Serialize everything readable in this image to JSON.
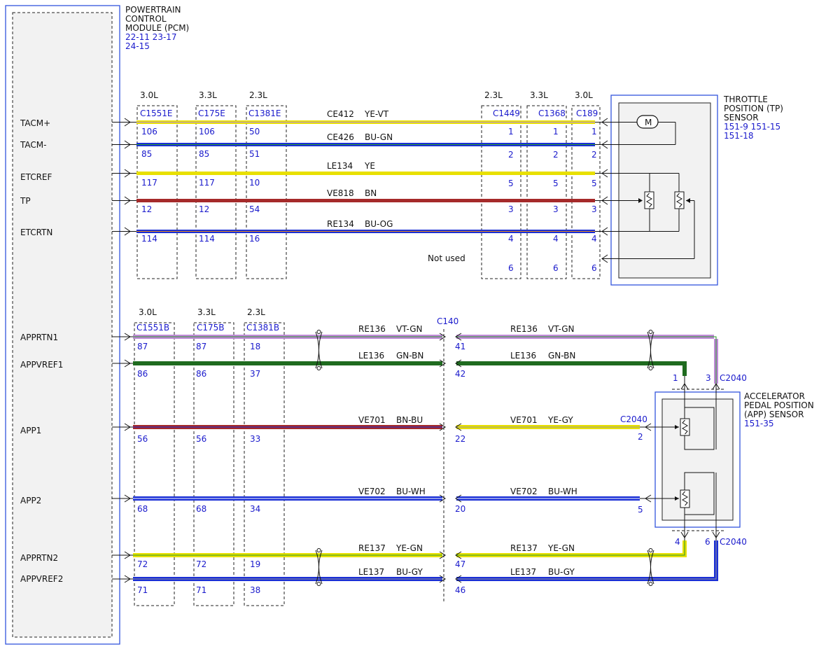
{
  "pcm": {
    "title": [
      "POWERTRAIN",
      "CONTROL",
      "MODULE (PCM)"
    ],
    "refs": [
      "22-11 23-17",
      "24-15"
    ],
    "pins": [
      "TACM+",
      "TACM-",
      "ETCREF",
      "TP",
      "ETCRTN",
      "APPRTN1",
      "APPVREF1",
      "APP1",
      "APP2",
      "APPRTN2",
      "APPVREF2"
    ]
  },
  "tp_sensor": {
    "title": [
      "THROTTLE",
      "POSITION (TP)",
      "SENSOR"
    ],
    "refs": [
      "151-9  151-15",
      "151-18"
    ],
    "motor_label": "M"
  },
  "app_sensor": {
    "title": [
      "ACCELERATOR",
      "PEDAL POSITION",
      "(APP) SENSOR"
    ],
    "refs": [
      "151-35"
    ]
  },
  "top_section": {
    "left_connectors": [
      {
        "engine": "3.0L",
        "name": "C1551E",
        "pins": [
          "106",
          "85",
          "117",
          "12",
          "114"
        ]
      },
      {
        "engine": "3.3L",
        "name": "C175E",
        "pins": [
          "106",
          "85",
          "117",
          "12",
          "114"
        ]
      },
      {
        "engine": "2.3L",
        "name": "C1381E",
        "pins": [
          "50",
          "51",
          "10",
          "54",
          "16"
        ]
      }
    ],
    "right_connectors": [
      {
        "engine": "2.3L",
        "name": "C1449",
        "pins": [
          "1",
          "2",
          "5",
          "3",
          "4",
          "6"
        ]
      },
      {
        "engine": "3.3L",
        "name": "C1368",
        "pins": [
          "1",
          "2",
          "5",
          "3",
          "4",
          "6"
        ]
      },
      {
        "engine": "3.0L",
        "name": "C189",
        "pins": [
          "1",
          "2",
          "5",
          "3",
          "4",
          "6"
        ]
      }
    ],
    "wires": [
      {
        "circuit": "CE412",
        "color_code": "YE-VT",
        "color": "#e8e000",
        "stripe": "#b38be6"
      },
      {
        "circuit": "CE426",
        "color_code": "BU-GN",
        "color": "#1a2fd6",
        "stripe": "#2a9a2a"
      },
      {
        "circuit": "LE134",
        "color_code": "YE",
        "color": "#e8e000",
        "stripe": ""
      },
      {
        "circuit": "VE818",
        "color_code": "BN",
        "color": "#a52a2a",
        "stripe": ""
      },
      {
        "circuit": "RE134",
        "color_code": "BU-OG",
        "color": "#1a2fd6",
        "stripe": "#e88a1a"
      }
    ],
    "not_used_label": "Not used"
  },
  "bottom_section": {
    "left_connectors": [
      {
        "engine": "3.0L",
        "name": "C1551B",
        "pins": [
          "87",
          "86",
          "56",
          "68",
          "72",
          "71"
        ]
      },
      {
        "engine": "3.3L",
        "name": "C175B",
        "pins": [
          "87",
          "86",
          "56",
          "68",
          "72",
          "71"
        ]
      },
      {
        "engine": "2.3L",
        "name": "C1381B",
        "pins": [
          "18",
          "37",
          "33",
          "34",
          "19",
          "38"
        ]
      }
    ],
    "mid_connector": {
      "name": "C140",
      "pins": [
        "41",
        "42",
        "22",
        "20",
        "47",
        "46"
      ]
    },
    "wires": [
      {
        "left_circuit": "RE136",
        "left_code": "VT-GN",
        "right_circuit": "RE136",
        "right_code": "VT-GN",
        "color": "#c08ad8",
        "stripe": "#2a9a2a"
      },
      {
        "left_circuit": "LE136",
        "left_code": "GN-BN",
        "right_circuit": "LE136",
        "right_code": "GN-BN",
        "color": "#1f6b1f",
        "stripe": "#a52a2a"
      },
      {
        "left_circuit": "VE701",
        "left_code": "BN-BU",
        "right_circuit": "VE701",
        "right_code": "YE-GY",
        "color": "#a52a2a",
        "stripe": "#1a2fd6",
        "right_color": "#e8e000",
        "right_stripe": "#999999"
      },
      {
        "left_circuit": "VE702",
        "left_code": "BU-WH",
        "right_circuit": "VE702",
        "right_code": "BU-WH",
        "color": "#1a2fd6",
        "stripe": "#ffffff"
      },
      {
        "left_circuit": "RE137",
        "left_code": "YE-GN",
        "right_circuit": "RE137",
        "right_code": "YE-GN",
        "color": "#e8e000",
        "stripe": "#2a9a2a"
      },
      {
        "left_circuit": "LE137",
        "left_code": "BU-GY",
        "right_circuit": "LE137",
        "right_code": "BU-GY",
        "color": "#1a2fd6",
        "stripe": "#999999"
      }
    ],
    "app_connector": {
      "name": "C2040",
      "pin_1": "1",
      "pin_3": "3",
      "pin_2": "2",
      "pin_5": "5",
      "pin_4": "4",
      "pin_6": "6"
    }
  }
}
